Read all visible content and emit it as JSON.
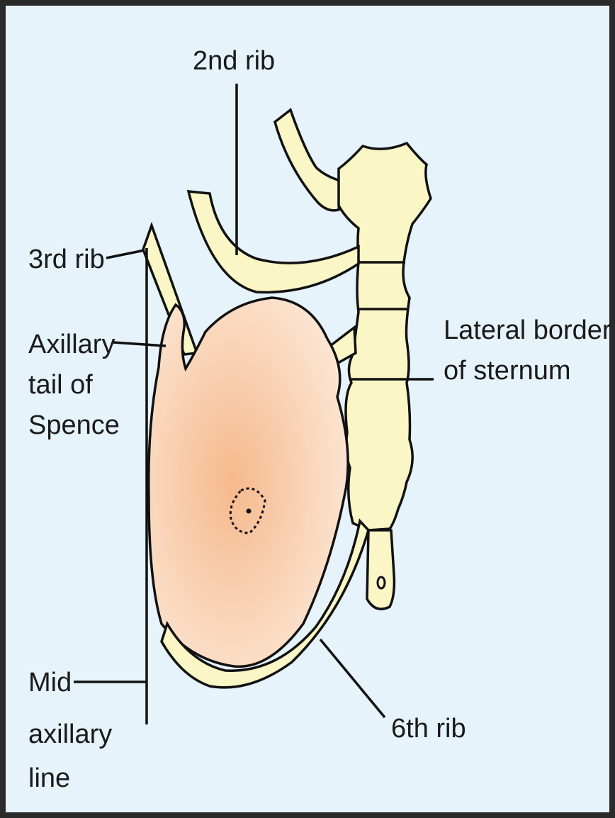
{
  "diagram": {
    "labels": {
      "rib2": "2nd rib",
      "rib3": "3rd rib",
      "axillary_tail_1": "Axillary",
      "axillary_tail_2": "tail of",
      "axillary_tail_3": "Spence",
      "lateral_border_1": "Lateral border",
      "lateral_border_2": "of sternum",
      "mid_axillary_1": "Mid",
      "mid_axillary_2": "axillary",
      "mid_axillary_3": "line",
      "rib6": "6th rib"
    },
    "colors": {
      "background": "#e6f3fb",
      "bone": "#fbf6c5",
      "breast_center": "#f6b98c",
      "breast_edge": "#fbe3cf",
      "outline": "#111111",
      "frame": "#2a2a2a"
    }
  }
}
